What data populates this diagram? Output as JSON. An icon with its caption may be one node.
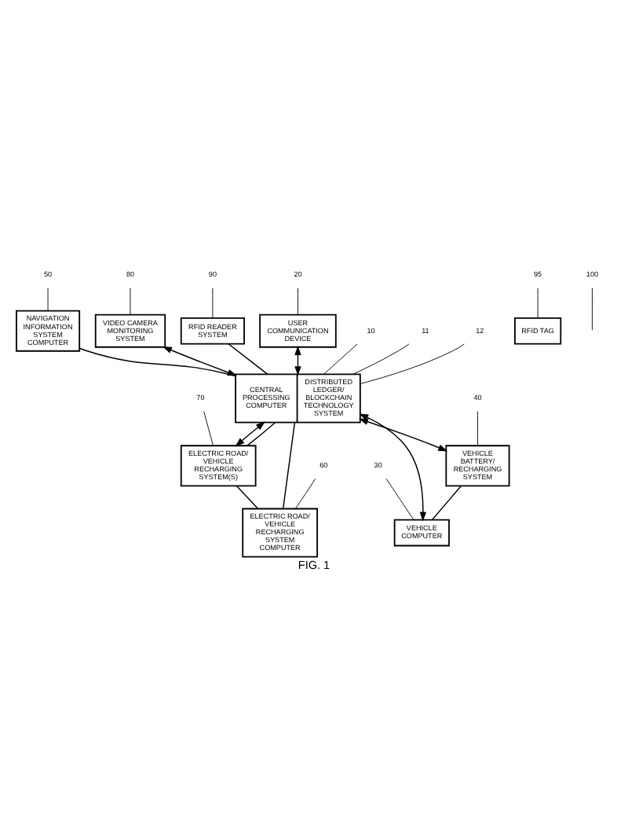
{
  "diagram": {
    "caption": "FIG. 1",
    "nodes": [
      {
        "text": [
          "CENTRAL PROCESSING COMPUTER",
          "DISTRIBUTED LEDGER/ BLOCKCHAIN TECHNOLOGY SYSTEM"
        ]
      },
      {
        "text": [
          "ELECTRIC ROAD/ VEHICLE RECHARGING SYSTEM(S)"
        ]
      },
      {
        "text": [
          "ELECTRIC ROAD/ VEHICLE RECHARGING SYSTEM COMPUTER"
        ]
      },
      {
        "text": [
          "NAVIGATION INFORMATION SYSTEM COMPUTER"
        ]
      },
      {
        "text": [
          "VIDEO CAMERA MONITORING SYSTEM"
        ]
      },
      {
        "text": [
          "VEHICLE BATTERY/ RECHARGING SYSTEM"
        ]
      },
      {
        "text": [
          "RFID TAG"
        ]
      },
      {
        "text": [
          "RFID READER SYSTEM"
        ]
      },
      {
        "text": [
          "USER COMMUNICATION DEVICE"
        ]
      },
      {
        "text": [
          "VEHICLE COMPUTER"
        ]
      },
      {
        "text": [
          "10"
        ]
      },
      {
        "text": [
          "11"
        ]
      },
      {
        "text": [
          "12"
        ]
      },
      {
        "text": [
          "70"
        ]
      },
      {
        "text": [
          "60"
        ]
      },
      {
        "text": [
          "50"
        ]
      },
      {
        "text": [
          "80"
        ]
      },
      {
        "text": [
          "40"
        ]
      },
      {
        "text": [
          "95"
        ]
      },
      {
        "text": [
          "90"
        ]
      },
      {
        "text": [
          "20"
        ]
      },
      {
        "text": [
          "30"
        ]
      },
      {
        "text": [
          "100"
        ]
      }
    ],
    "edges": [
      {
        "from": 1,
        "to": 2,
        "arrow": "none"
      },
      {
        "from": 1,
        "to": 0,
        "arrow": "none"
      },
      {
        "from": 2,
        "to": 0,
        "arrow": "none"
      },
      {
        "from": 3,
        "to": 0,
        "arrow": "none"
      },
      {
        "from": 0,
        "to": 1,
        "arrow": "both"
      },
      {
        "from": 4,
        "to": 0,
        "arrow": "both"
      },
      {
        "from": 0,
        "to": 5,
        "arrow": "both"
      },
      {
        "from": 7,
        "to": 0,
        "arrow": "none"
      },
      {
        "from": 8,
        "to": 0,
        "arrow": "both"
      },
      {
        "from": 9,
        "to": 0,
        "arrow": "both"
      },
      {
        "from": 5,
        "to": 9,
        "arrow": "none"
      },
      {
        "from": 10,
        "to": 0,
        "arrow": "none"
      },
      {
        "from": 11,
        "to": 0,
        "arrow": "none"
      },
      {
        "from": 12,
        "to": 0,
        "arrow": "none"
      },
      {
        "from": 13,
        "to": 1,
        "arrow": "none"
      },
      {
        "from": 14,
        "to": 2,
        "arrow": "none"
      },
      {
        "from": 15,
        "to": 3,
        "arrow": "none"
      },
      {
        "from": 16,
        "to": 4,
        "arrow": "none"
      },
      {
        "from": 17,
        "to": 5,
        "arrow": "none"
      },
      {
        "from": 18,
        "to": 6,
        "arrow": "none"
      },
      {
        "from": 19,
        "to": 7,
        "arrow": "none"
      },
      {
        "from": 20,
        "to": 8,
        "arrow": "none"
      },
      {
        "from": 21,
        "to": 9,
        "arrow": "none"
      },
      {
        "from": 22,
        "to": null,
        "arrow": "none"
      }
    ]
  }
}
